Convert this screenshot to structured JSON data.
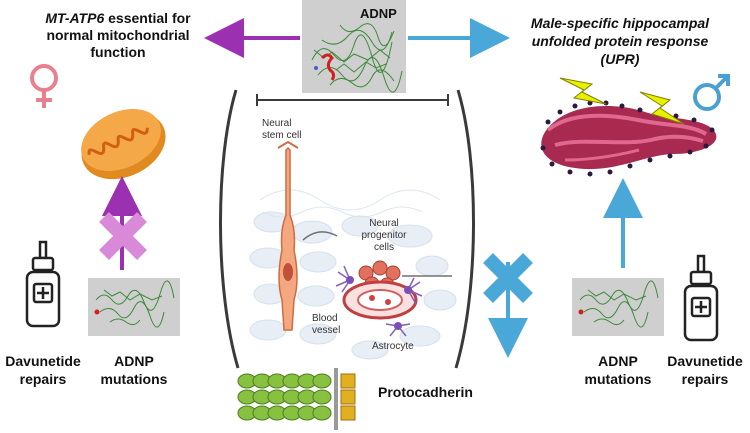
{
  "protein": {
    "name": "ADNP"
  },
  "female": {
    "gene": "MT-ATP6",
    "effect_rest": " essential for",
    "effect_line2": "normal mitochondrial",
    "effect_line3": "function"
  },
  "male": {
    "line1": "Male-specific hippocampal",
    "line2": "unfolded protein response",
    "line3": "(UPR)"
  },
  "left_bottom": {
    "treatment_line1": "Davunetide",
    "treatment_line2": "repairs",
    "mutation_line1": "ADNP",
    "mutation_line2": "mutations"
  },
  "right_bottom": {
    "mutation_line1": "ADNP",
    "mutation_line2": "mutations",
    "treatment_line1": "Davunetide",
    "treatment_line2": "repairs"
  },
  "brain": {
    "neural_stem_line1": "Neural",
    "neural_stem_line2": "stem cell",
    "progenitor_line1": "Neural",
    "progenitor_line2": "progenitor",
    "progenitor_line3": "cells",
    "blood_line1": "Blood",
    "blood_line2": "vessel",
    "astrocyte": "Astrocyte"
  },
  "protocadherin": "Protocadherin",
  "colors": {
    "female": "#9b30b0",
    "male": "#4aa8d8",
    "female_symbol": "#e8808e",
    "male_symbol": "#4aa0d0",
    "mito": "#f0a040",
    "er": "#a82a50"
  }
}
